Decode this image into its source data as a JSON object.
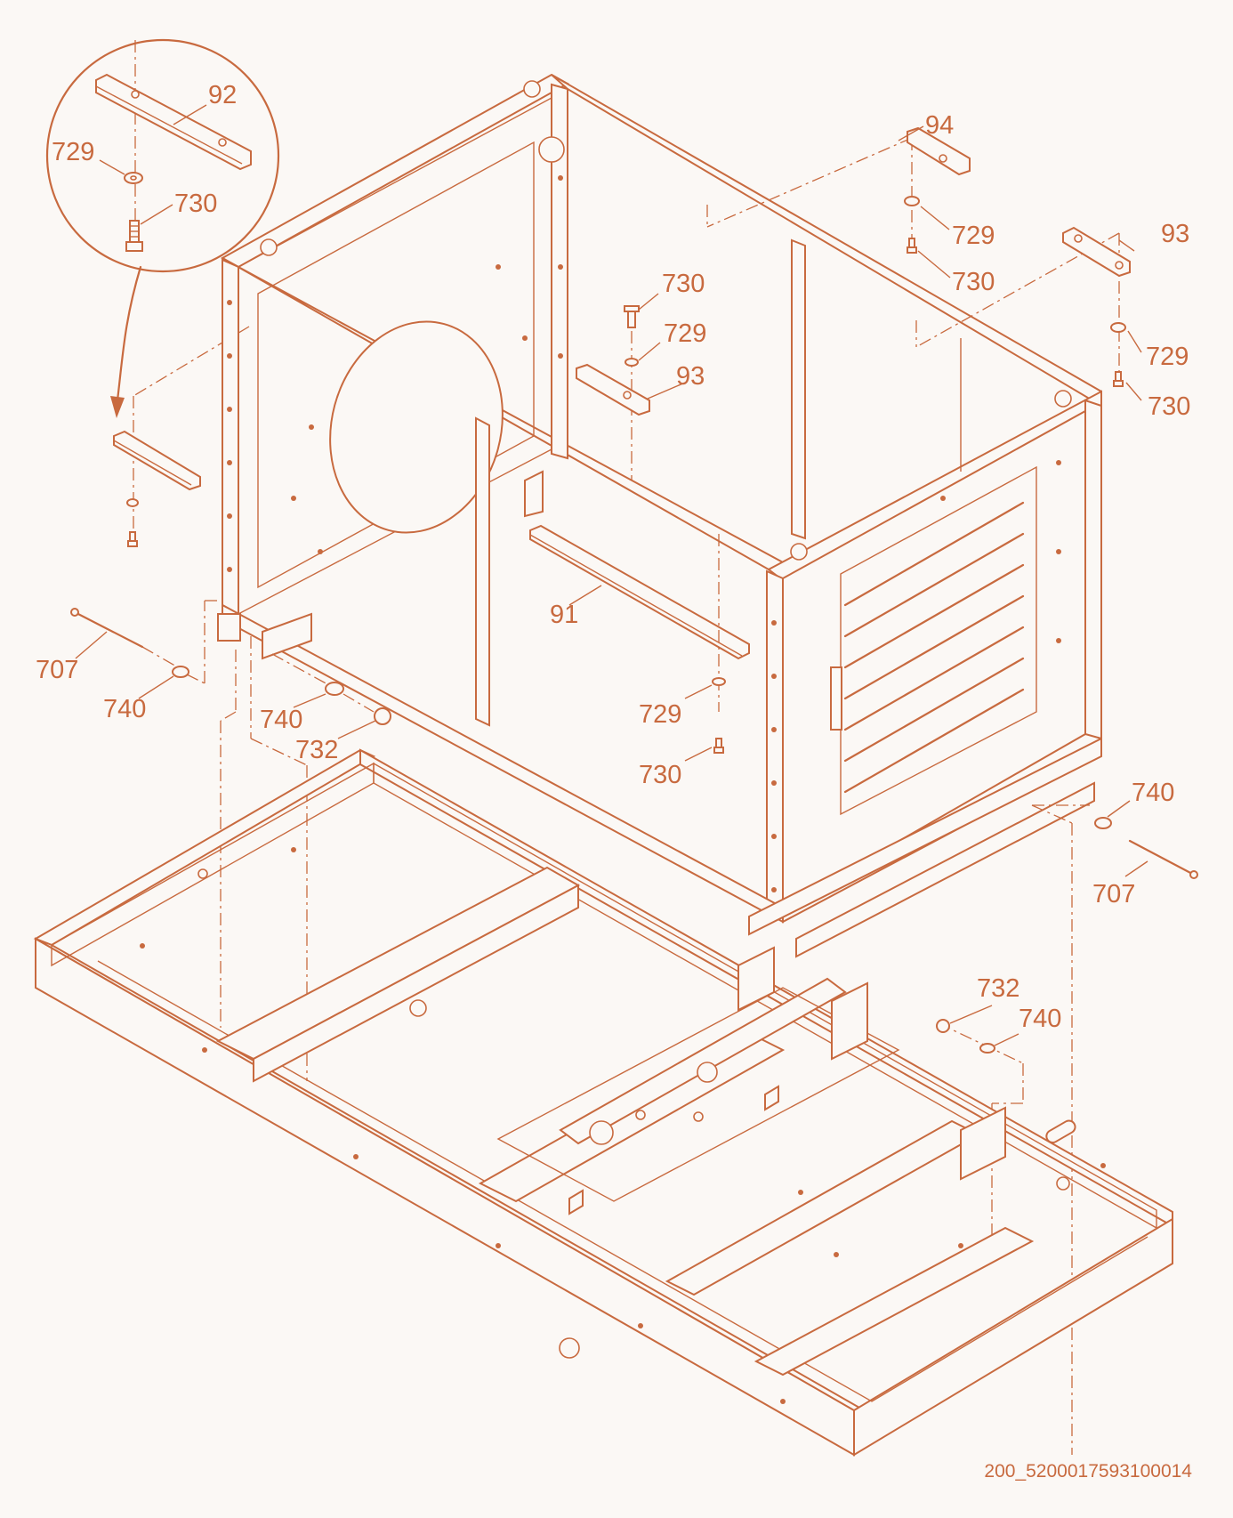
{
  "drawing_code": "200_5200017593100014",
  "callouts": [
    {
      "id": "c92",
      "text": "92"
    },
    {
      "id": "c729a",
      "text": "729"
    },
    {
      "id": "c730a",
      "text": "730"
    },
    {
      "id": "c94",
      "text": "94"
    },
    {
      "id": "c729b",
      "text": "729"
    },
    {
      "id": "c730b",
      "text": "730"
    },
    {
      "id": "c93a",
      "text": "93"
    },
    {
      "id": "c729c",
      "text": "729"
    },
    {
      "id": "c730c",
      "text": "730"
    },
    {
      "id": "c730d",
      "text": "730"
    },
    {
      "id": "c729d",
      "text": "729"
    },
    {
      "id": "c93b",
      "text": "93"
    },
    {
      "id": "c91",
      "text": "91"
    },
    {
      "id": "c729e",
      "text": "729"
    },
    {
      "id": "c730e",
      "text": "730"
    },
    {
      "id": "c707a",
      "text": "707"
    },
    {
      "id": "c740a",
      "text": "740"
    },
    {
      "id": "c740b",
      "text": "740"
    },
    {
      "id": "c732a",
      "text": "732"
    },
    {
      "id": "c740c",
      "text": "740"
    },
    {
      "id": "c707b",
      "text": "707"
    },
    {
      "id": "c732b",
      "text": "732"
    },
    {
      "id": "c740d",
      "text": "740"
    }
  ]
}
